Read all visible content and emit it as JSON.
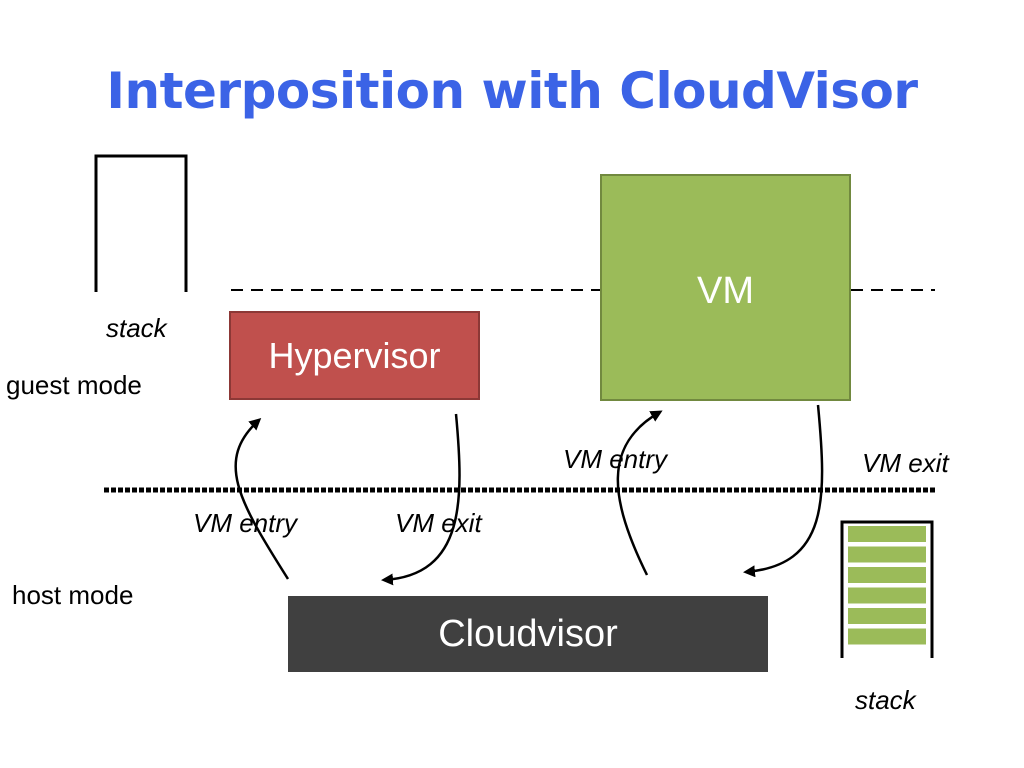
{
  "title": "Interposition with CloudVisor",
  "labels": {
    "stack_top": "stack",
    "stack_bottom": "stack",
    "guest_mode": "guest mode",
    "host_mode": "host mode",
    "vm_entry_left": "VM entry",
    "vm_exit_left": "VM exit",
    "vm_entry_right": "VM entry",
    "vm_exit_right": "VM exit"
  },
  "boxes": {
    "hypervisor": "Hypervisor",
    "vm": "VM",
    "cloudvisor": "Cloudvisor"
  },
  "colors": {
    "title": "#3b63e6",
    "hypervisor": "#c0504d",
    "vm": "#9bbb59",
    "cloudvisor": "#404040",
    "stack_slot": "#9bbb59"
  },
  "stack_filled_slots": 6
}
